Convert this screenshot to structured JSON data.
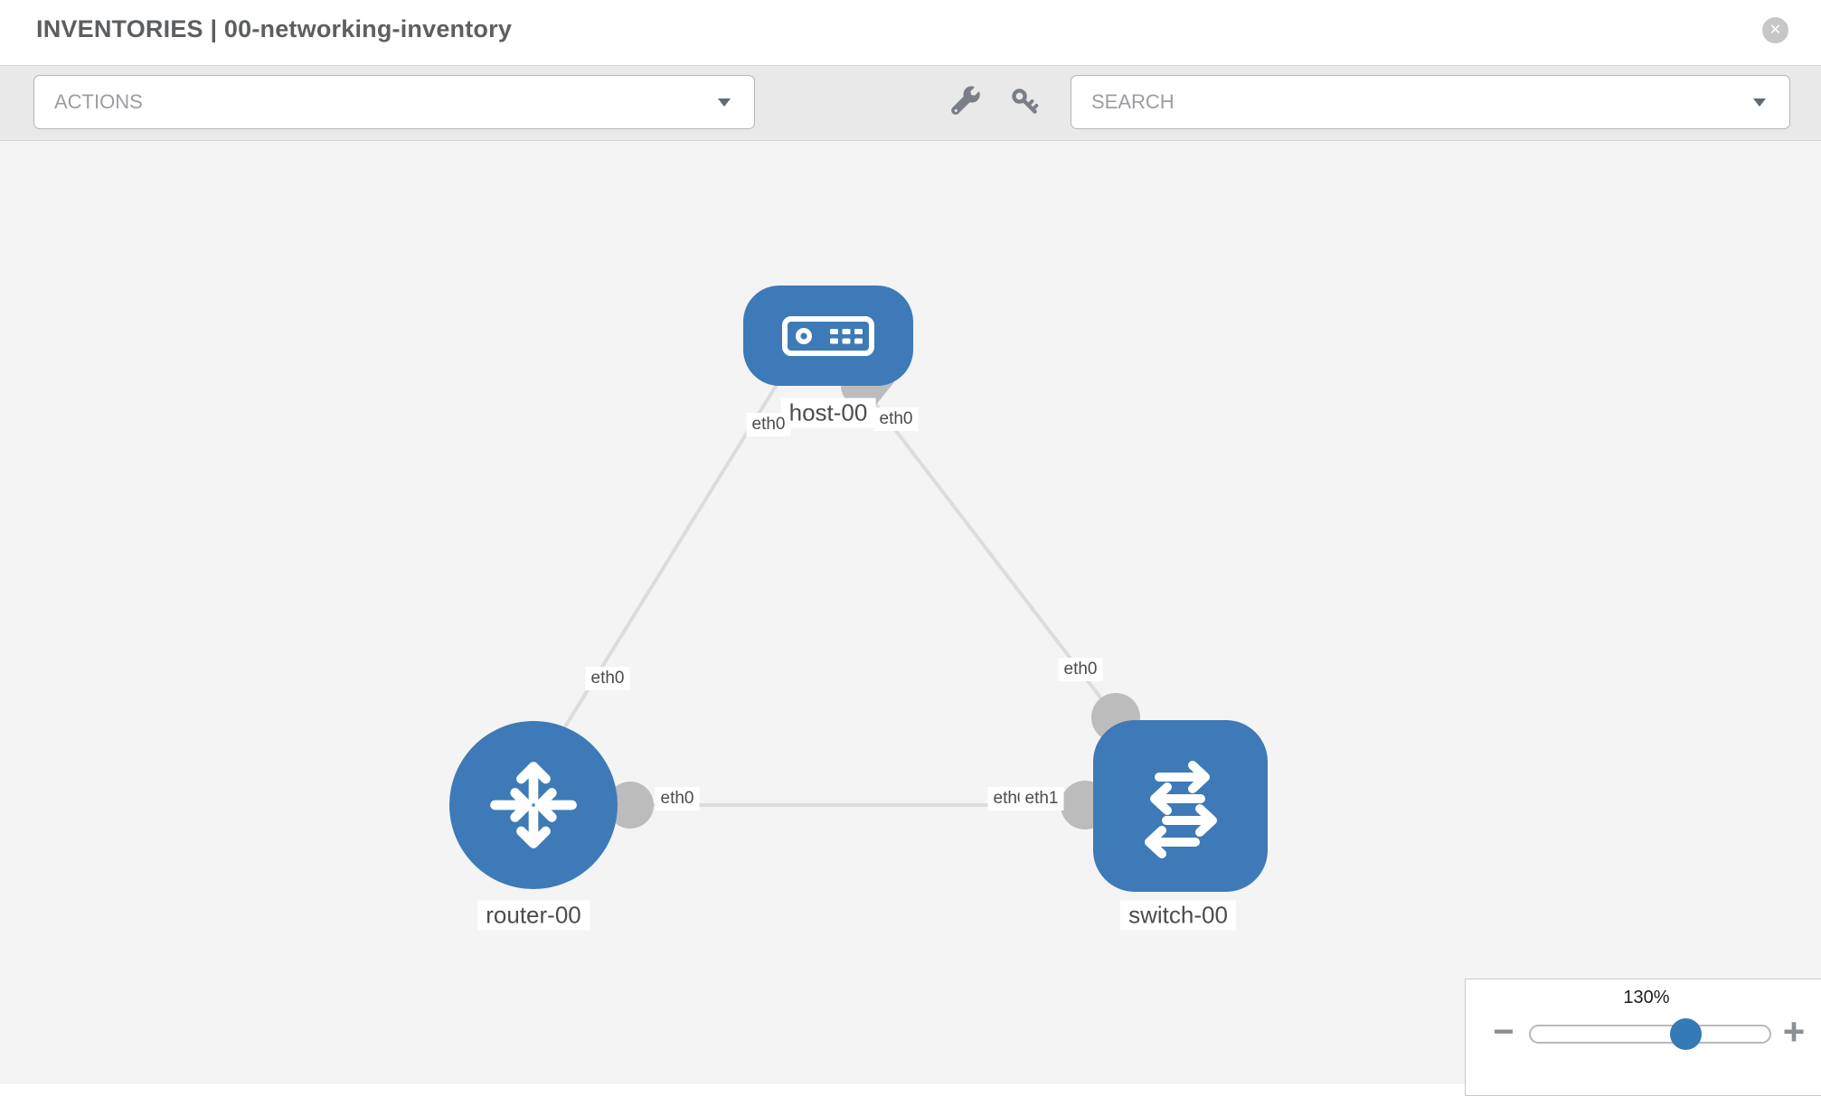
{
  "header": {
    "title": "INVENTORIES | 00-networking-inventory",
    "close_glyph": "✕"
  },
  "toolbar": {
    "actions_label": "ACTIONS",
    "search_placeholder": "SEARCH",
    "icons": [
      "wrench-icon",
      "key-icon"
    ]
  },
  "topology": {
    "nodes": [
      {
        "label": "host-00",
        "type": "host",
        "icon": "host-icon"
      },
      {
        "label": "router-00",
        "type": "router",
        "icon": "router-icon"
      },
      {
        "label": "switch-00",
        "type": "switch",
        "icon": "switch-icon"
      }
    ],
    "links": [
      {
        "from": "host-00",
        "to": "router-00",
        "from_label": "eth0",
        "to_label": "eth0"
      },
      {
        "from": "host-00",
        "to": "switch-00",
        "from_label": "eth0",
        "to_label": "eth0"
      },
      {
        "from": "router-00",
        "to": "switch-00",
        "from_label": "eth0",
        "to_label_behind": "eth0",
        "to_label": "eth1"
      }
    ]
  },
  "zoom_control": {
    "level": "130%",
    "minus_glyph": "−",
    "plus_glyph": "+"
  },
  "colors": {
    "node_blue": "#3d7ab7",
    "knob_blue": "#337ab7",
    "link_gray": "#dcdcdc",
    "port_gray": "#bcbcbc",
    "canvas_bg": "#f4f4f5",
    "toolbar_bg": "#e9e9ea"
  }
}
